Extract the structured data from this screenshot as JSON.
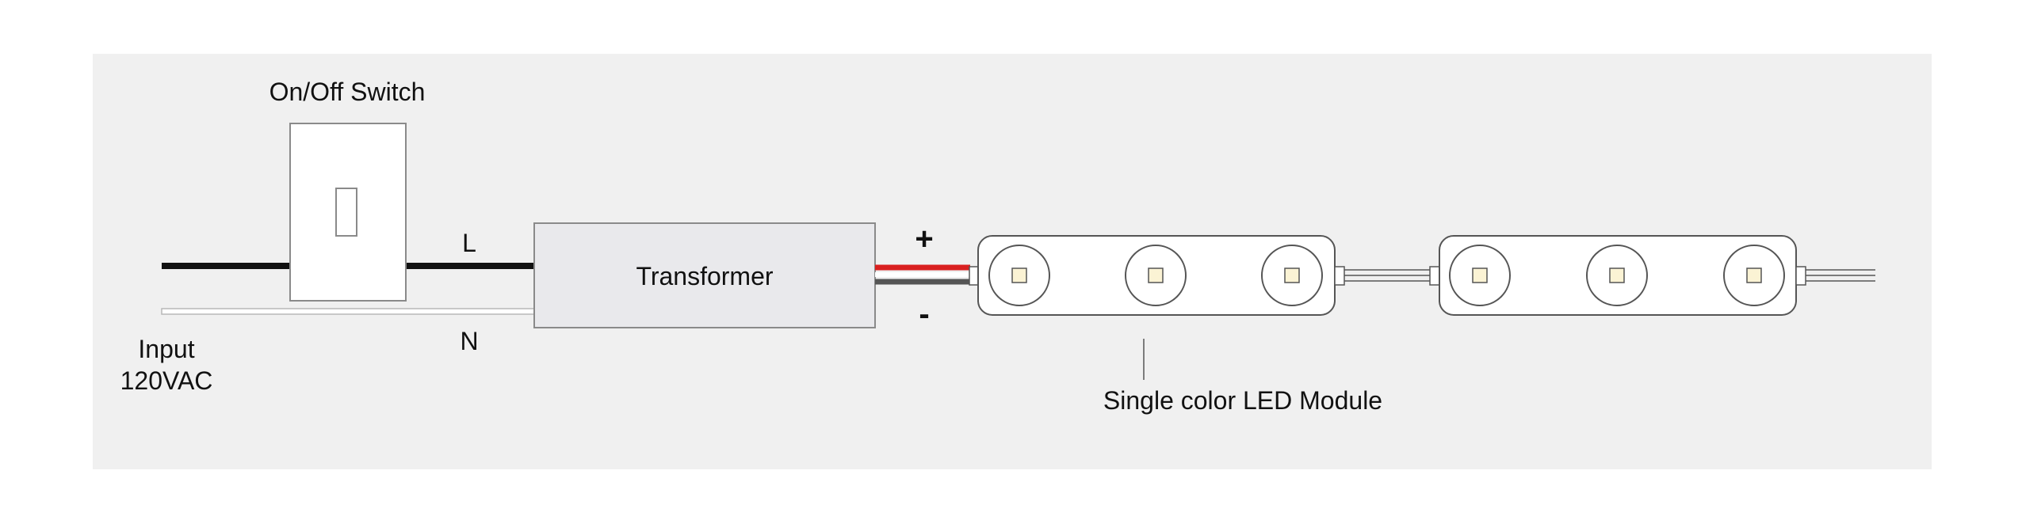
{
  "diagram": {
    "switch_label": "On/Off Switch",
    "line_label": "L",
    "neutral_label": "N",
    "input_label_line1": "Input",
    "input_label_line2": "120VAC",
    "transformer_label": "Transformer",
    "plus_label": "+",
    "minus_label": "-",
    "module_label": "Single color LED Module"
  },
  "colors": {
    "background": "#f0f0f0",
    "hot_wire": "#111111",
    "neutral_wire": "#ffffff",
    "positive_wire": "#d92020",
    "negative_wire": "#555555",
    "module_fill": "#ffffff",
    "led_chip": "#fbf3d4"
  }
}
